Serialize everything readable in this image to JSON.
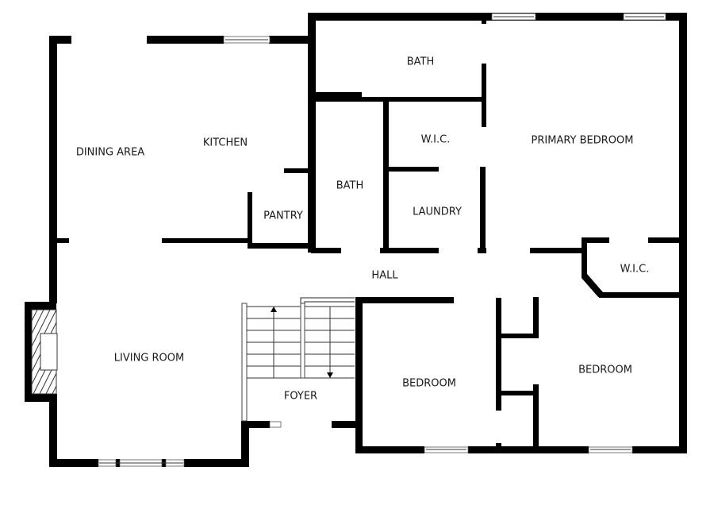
{
  "floor_plan": {
    "rooms": {
      "dining_area": "DINING AREA",
      "kitchen": "KITCHEN",
      "pantry": "PANTRY",
      "bath_upper": "BATH",
      "bath_middle": "BATH",
      "wic_upper": "W.I.C.",
      "laundry": "LAUNDRY",
      "primary_bedroom": "PRIMARY BEDROOM",
      "hall": "HALL",
      "wic_right": "W.I.C.",
      "living_room": "LIVING ROOM",
      "foyer": "FOYER",
      "bedroom_center": "BEDROOM",
      "bedroom_right": "BEDROOM"
    },
    "colors": {
      "wall": "#000000",
      "background": "#ffffff"
    }
  }
}
